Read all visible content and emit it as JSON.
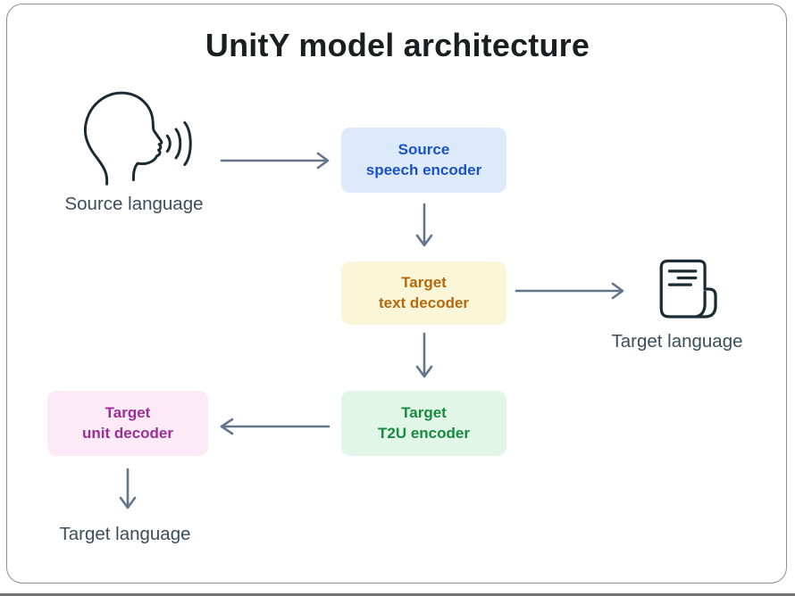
{
  "title": "UnitY model architecture",
  "colors": {
    "arrow": "#64748b",
    "icon_stroke": "#1c2b33",
    "frame_border": "#8e8e8e",
    "title_text": "#1c1e21",
    "label_text": "#3d4d5c"
  },
  "nodes": {
    "speech_encoder": {
      "line1": "Source",
      "line2": "speech encoder",
      "bg": "#dceafc",
      "fg": "#1c52c7"
    },
    "text_decoder": {
      "line1": "Target",
      "line2": "text decoder",
      "bg": "#fbf6d7",
      "fg": "#b4690e"
    },
    "t2u_encoder": {
      "line1": "Target",
      "line2": "T2U encoder",
      "bg": "#e1f6e6",
      "fg": "#178a3f"
    },
    "unit_decoder": {
      "line1": "Target",
      "line2": "unit decoder",
      "bg": "#fceaf6",
      "fg": "#9c2f96"
    }
  },
  "labels": {
    "source_language": "Source language",
    "target_language_text": "Target language",
    "target_language_speech": "Target language"
  },
  "icons": {
    "speaking_head": "speaking-head-icon",
    "document_scroll": "document-icon"
  }
}
